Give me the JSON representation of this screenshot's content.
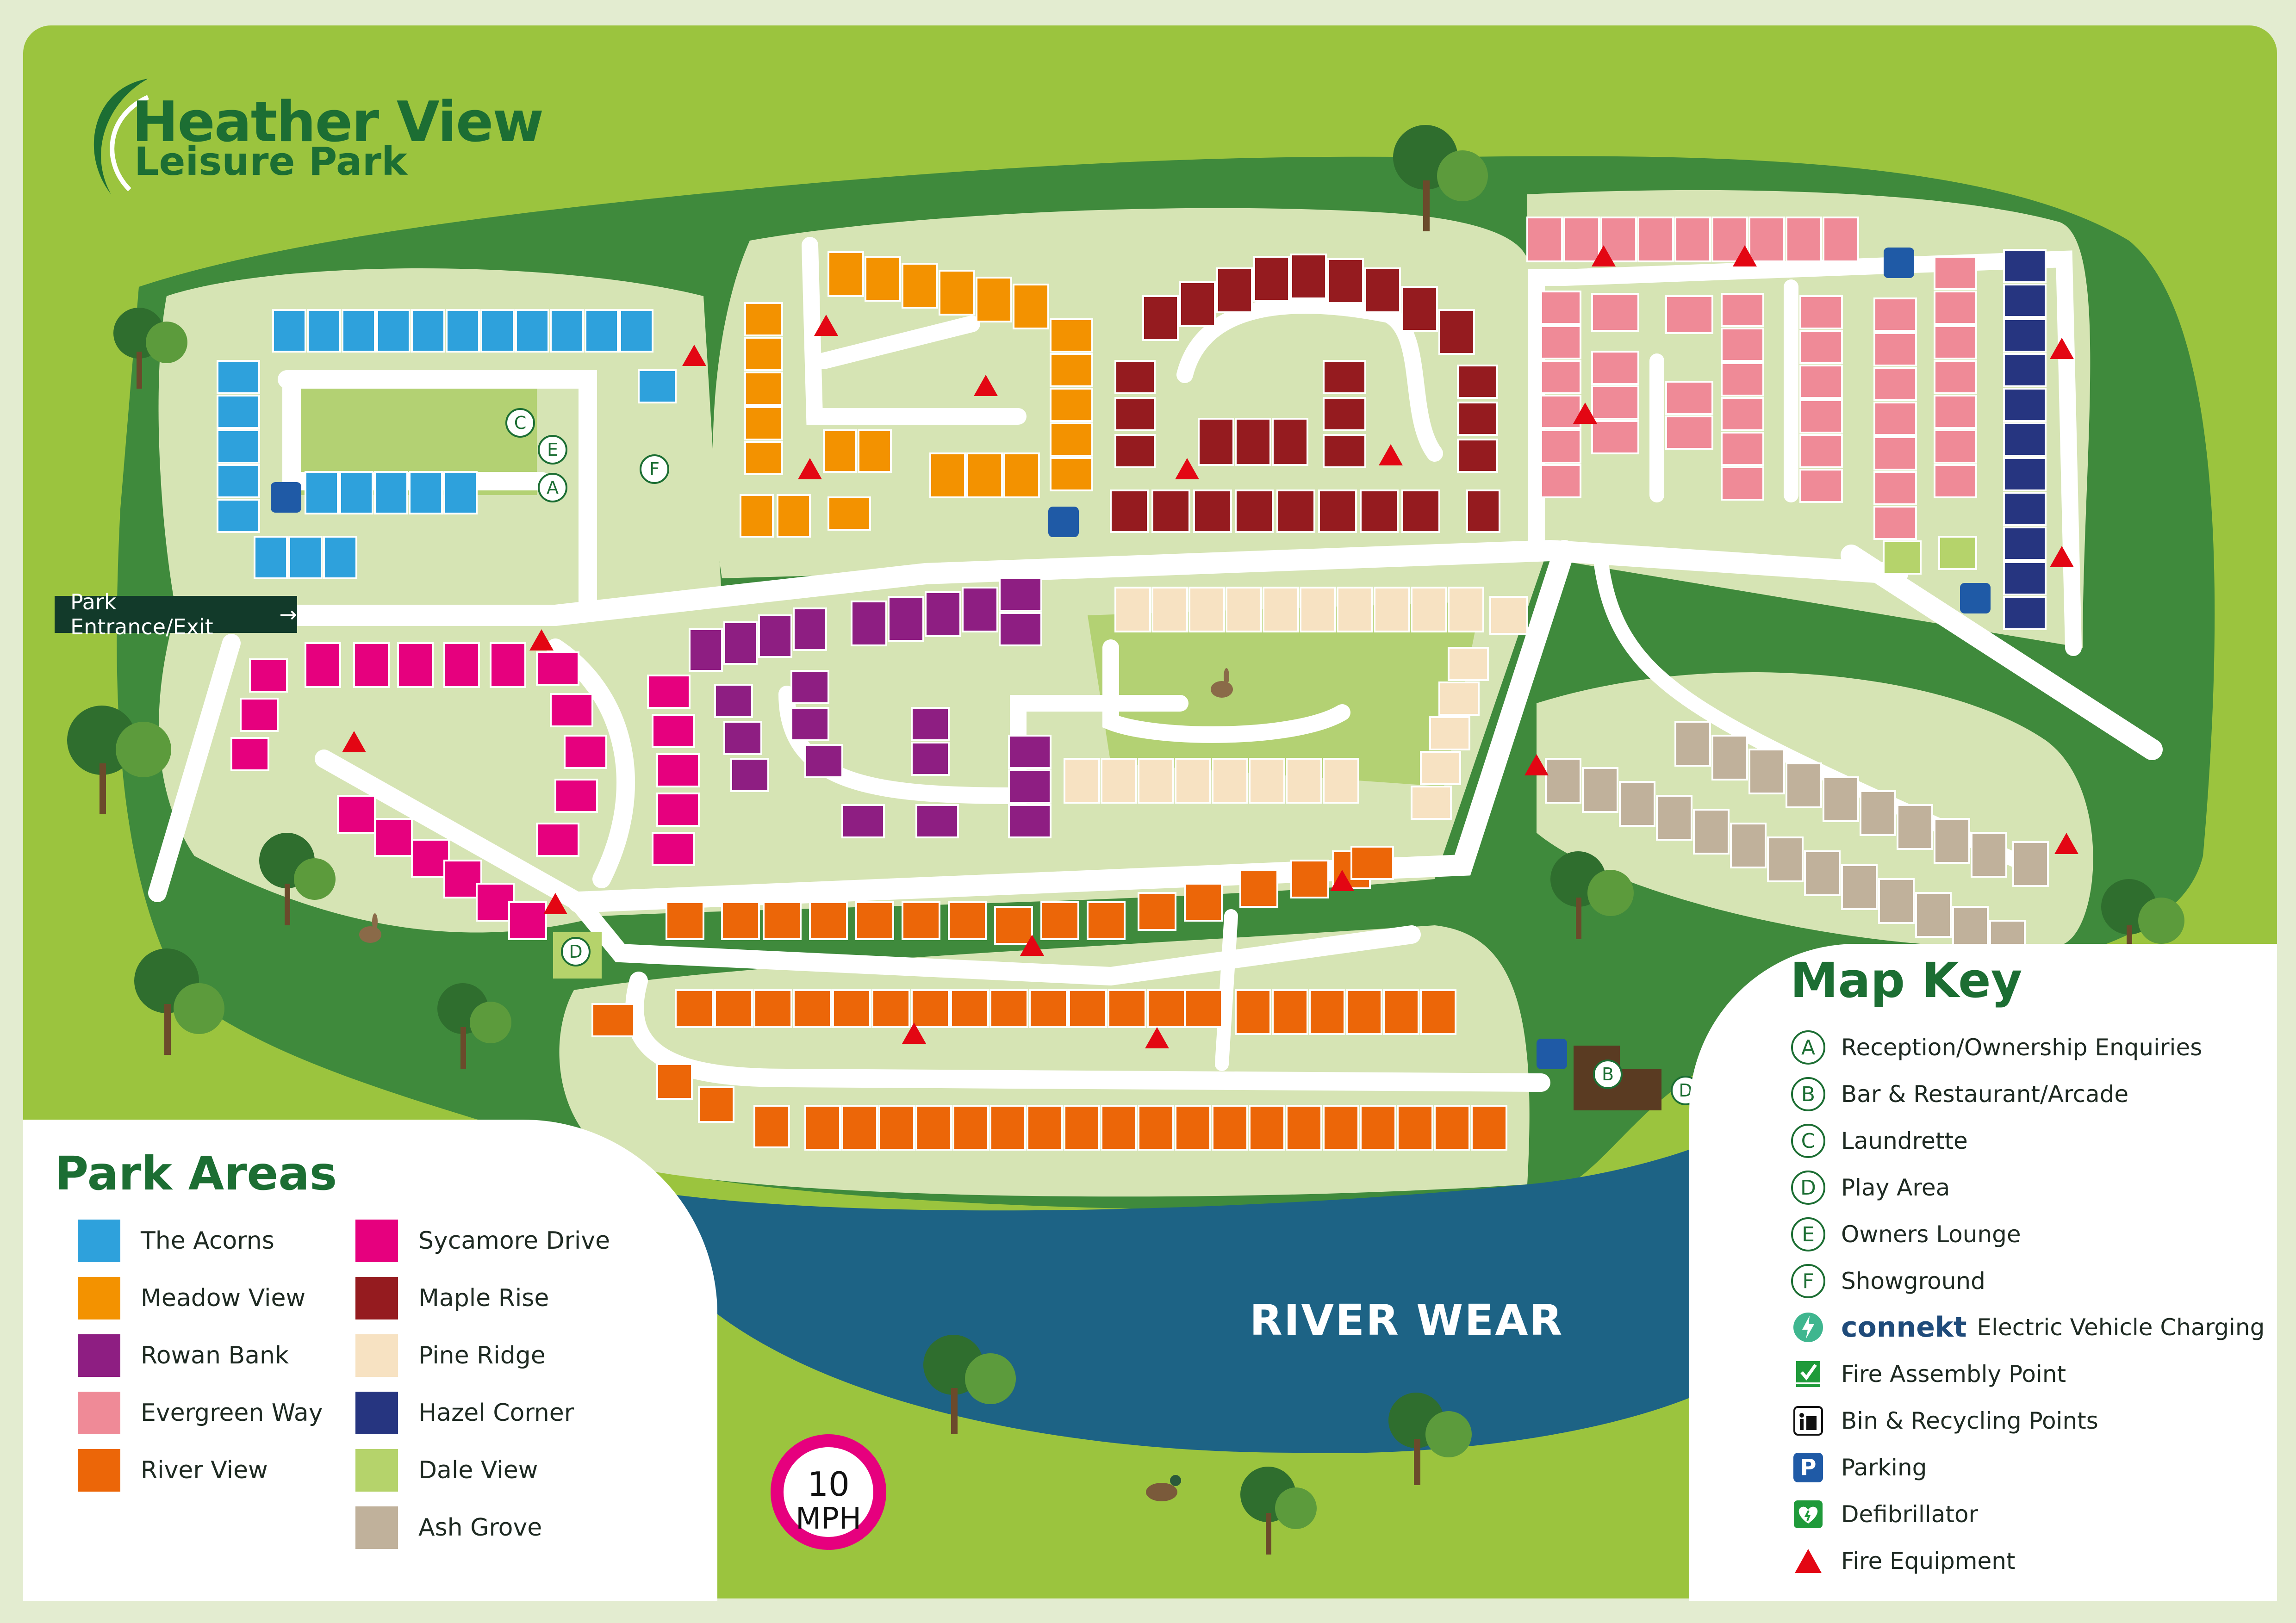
{
  "logo": {
    "name": "Heather View",
    "subtitle": "Leisure Park"
  },
  "entrance_label": "Park Entrance/Exit",
  "river_label": "RIVER WEAR",
  "speed_sign": {
    "value": "10",
    "unit": "MPH"
  },
  "areas_title": "Park Areas",
  "areas": [
    {
      "name": "The Acorns",
      "color": "#2ea1dc"
    },
    {
      "name": "Meadow View",
      "color": "#f39200"
    },
    {
      "name": "Rowan Bank",
      "color": "#8e1e82"
    },
    {
      "name": "Evergreen Way",
      "color": "#ef8a97"
    },
    {
      "name": "River View",
      "color": "#ec6608"
    },
    {
      "name": "Sycamore Drive",
      "color": "#e6007e"
    },
    {
      "name": "Maple Rise",
      "color": "#951b1f"
    },
    {
      "name": "Pine Ridge",
      "color": "#f7e2c2"
    },
    {
      "name": "Hazel Corner",
      "color": "#263580"
    },
    {
      "name": "Dale View",
      "color": "#b5d36b"
    },
    {
      "name": "Ash Grove",
      "color": "#c0b19b"
    }
  ],
  "key_title": "Map Key",
  "key": [
    {
      "code": "A",
      "label": "Reception/Ownership Enquiries"
    },
    {
      "code": "B",
      "label": "Bar & Restaurant/Arcade"
    },
    {
      "code": "C",
      "label": "Laundrette"
    },
    {
      "code": "D",
      "label": "Play Area"
    },
    {
      "code": "E",
      "label": "Owners Lounge"
    },
    {
      "code": "F",
      "label": "Showground"
    },
    {
      "code": "connekt-ev-icon",
      "label": "Electric Vehicle Charging",
      "logo_text": "connekt"
    },
    {
      "code": "fire-assembly-icon",
      "label": "Fire Assembly Point"
    },
    {
      "code": "bin-icon",
      "label": "Bin & Recycling Points"
    },
    {
      "code": "parking-icon",
      "label": "Parking",
      "glyph": "P"
    },
    {
      "code": "defibrillator-icon",
      "label": "Defibrillator"
    },
    {
      "code": "fire-equipment-icon",
      "label": "Fire Equipment"
    }
  ],
  "facility_letters": [
    "A",
    "B",
    "C",
    "D",
    "E",
    "F"
  ],
  "colors": {
    "grass_light": "#9bc43e",
    "grass_dark": "#3f8a3c",
    "plot_zone": "#d6e4b4",
    "road": "#ffffff",
    "river": "#1d6385",
    "brand_green": "#1c6e33",
    "fire_red": "#e30613",
    "parking_blue": "#1f5aa6"
  }
}
